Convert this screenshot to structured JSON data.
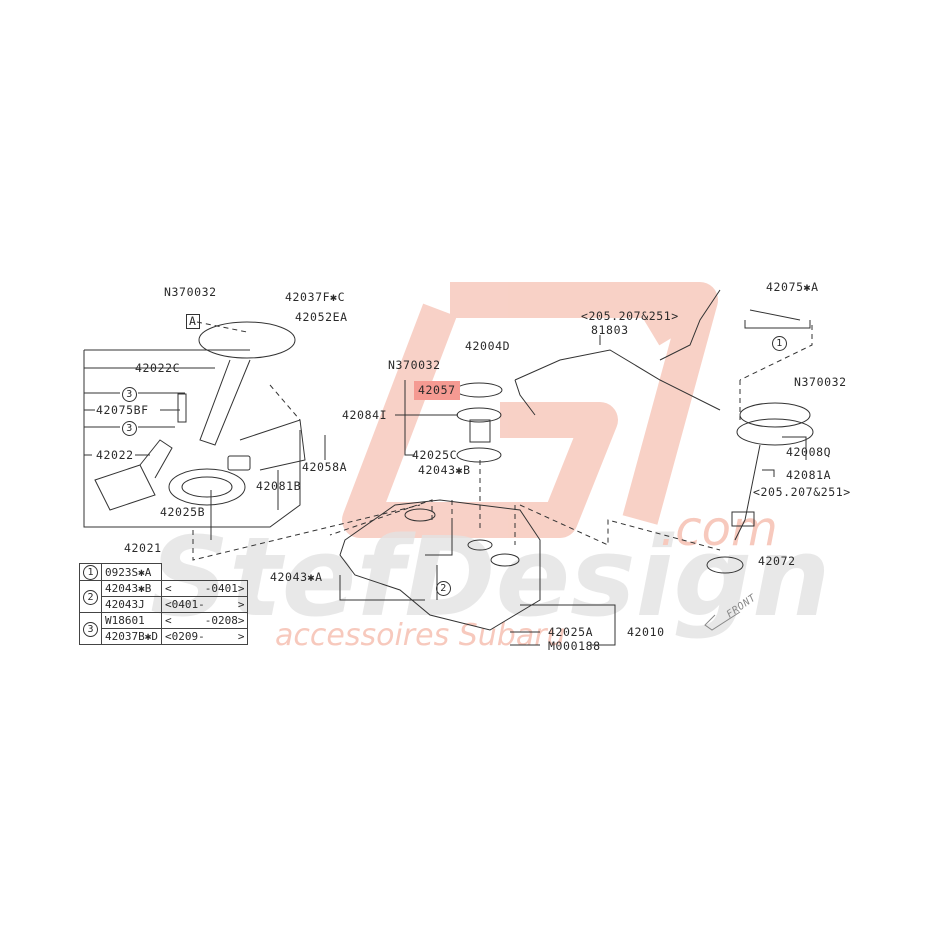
{
  "diagram": {
    "type": "exploded-parts-diagram",
    "subject": "fuel tank assembly",
    "highlight_color": "#f59a92",
    "line_color": "#333333",
    "watermark": {
      "brand": "StefDesign",
      "domain": ".com",
      "tagline": "accessoires Subaru",
      "color_logo": "#f7c9bd",
      "color_text": "#d9d9d9"
    }
  },
  "labels": {
    "n370032_left": "N370032",
    "p42037fc": "42037F✱C",
    "p42052ea": "42052EA",
    "marker_a": "A",
    "p42022c": "42022C",
    "ref3_a": "3",
    "p42075bf": "42075BF",
    "ref3_b": "3",
    "p42022": "42022",
    "p42058a": "42058A",
    "p42081b": "42081B",
    "p42025b": "42025B",
    "p42021": "42021",
    "p42004d": "42004D",
    "n370032_mid": "N370032",
    "p42057": "42057",
    "p42084i": "42084I",
    "p42025c": "42025C",
    "p42043b": "42043✱B",
    "p42043a": "42043✱A",
    "ref2": "2",
    "p42025a": "42025A",
    "p42010": "42010",
    "m000188": "M000188",
    "harness_variant": "<205.207&251>",
    "p81803": "81803",
    "p42075a": "42075✱A",
    "ref1": "1",
    "n370032_right": "N370032",
    "p42008q": "42008Q",
    "p42081a": "42081A",
    "pump_variant": "<205.207&251>",
    "p42072": "42072",
    "front_arrow": "FRONT"
  },
  "highlighted_part": "42057",
  "legend": {
    "rows": [
      {
        "ref": "1",
        "part": "0923S✱A",
        "range": ""
      },
      {
        "ref": "2",
        "part": "42043✱B",
        "range": "<     -0401>"
      },
      {
        "ref": "",
        "part": "42043J",
        "range": "<0401-     >"
      },
      {
        "ref": "3",
        "part": "W18601",
        "range": "<     -0208>"
      },
      {
        "ref": "",
        "part": "42037B✱D",
        "range": "<0209-     >"
      }
    ]
  }
}
